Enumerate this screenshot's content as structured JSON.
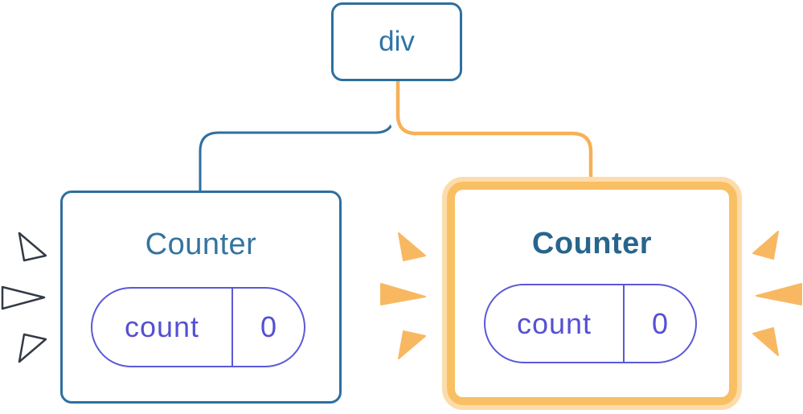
{
  "diagram": {
    "description": "Component tree: a div root with two Counter children; the second Counter is highlighted as updating",
    "root": {
      "label": "div"
    },
    "children": [
      {
        "label": "Counter",
        "state_key": "count",
        "state_value": "0",
        "highlighted": false
      },
      {
        "label": "Counter",
        "state_key": "count",
        "state_value": "0",
        "highlighted": true
      }
    ],
    "colors": {
      "node_border_blue": "#2e6f9f",
      "root_text_blue": "#2e74a8",
      "counter_title_blue": "#35749e",
      "counter_title_blue_bold": "#27658d",
      "pill_purple": "#5b58d8",
      "pill_text_purple": "#5550d4",
      "highlight_orange": "#f9bf63",
      "highlight_orange_halo": "#fcdcab",
      "connector_orange": "#f7b058",
      "spark_orange": "#f8b862",
      "spark_white_fill": "#ffffff",
      "spark_white_outline": "#333a45",
      "background": "#ffffff"
    }
  }
}
